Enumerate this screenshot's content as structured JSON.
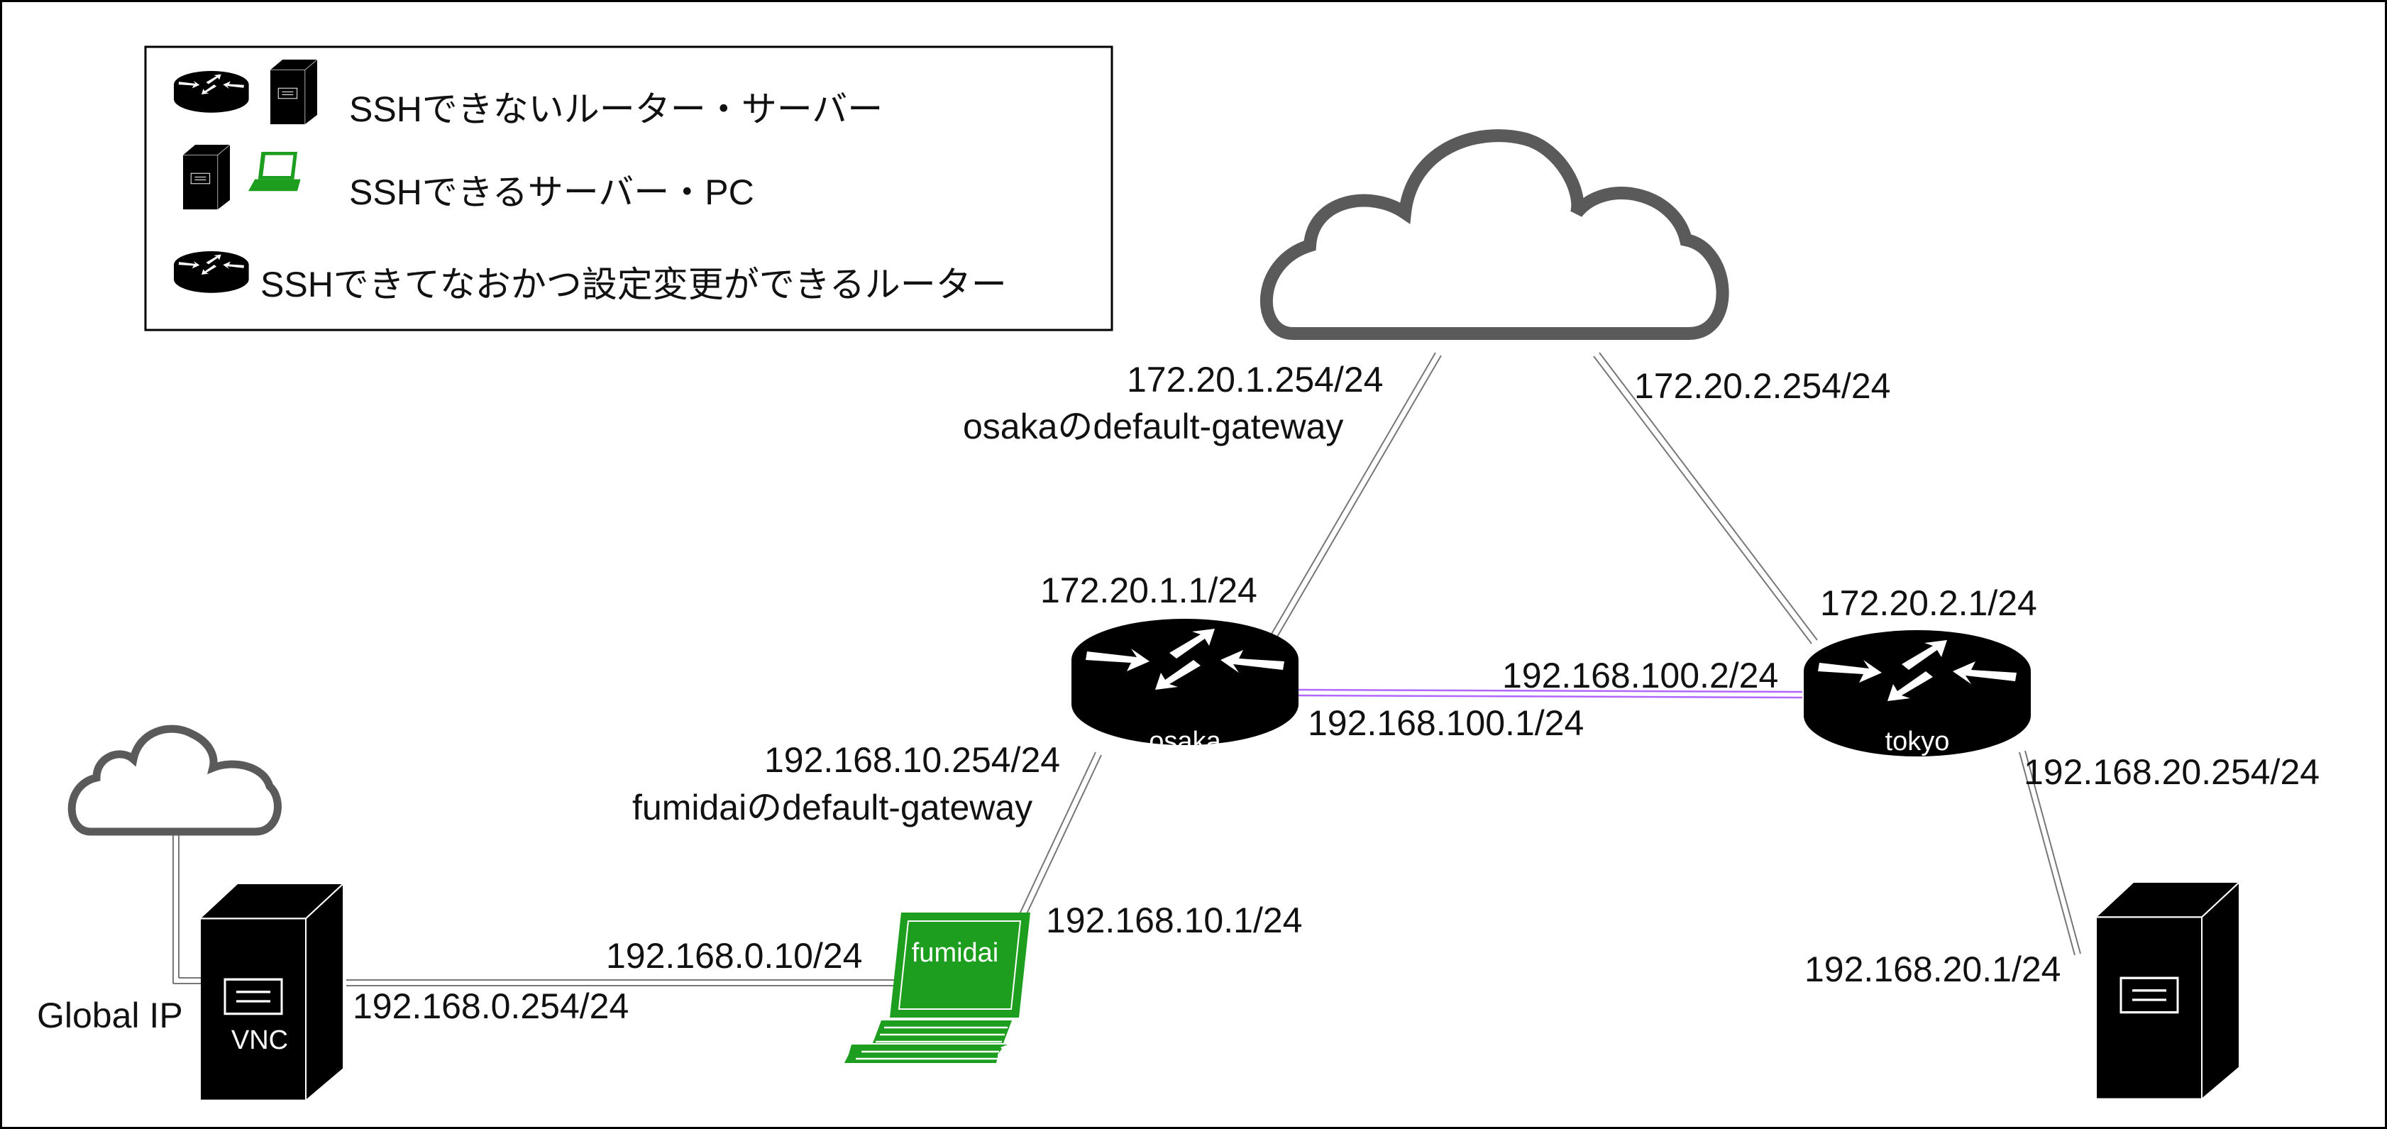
{
  "colors": {
    "router_blue": "#036897",
    "router_red": "#A50F15",
    "server_blue": "#036897",
    "green": "#1E9E1E",
    "cloud_stroke": "#5A5A5A",
    "ip_highlight": "#B266FF",
    "frame": "#000000"
  },
  "legend": {
    "row1": "SSHできないルーター・サーバー",
    "row2": "SSHできるサーバー・PC",
    "row3": "SSHできてなおかつ設定変更ができるルーター",
    "icons": [
      "router-icon",
      "server-icon",
      "server-icon",
      "laptop-icon",
      "router-icon"
    ]
  },
  "devices": {
    "osaka": "osaka",
    "tokyo": "tokyo",
    "fumidai": "fumidai",
    "vnc": "VNC"
  },
  "labels": {
    "osaka_wan_gw": "172.20.1.254/24",
    "osaka_wan_gw_note": "osakaのdefault-gateway",
    "tokyo_wan_gw": "172.20.2.254/24",
    "osaka_wan": "172.20.1.1/24",
    "tokyo_wan": "172.20.2.1/24",
    "tokyo_link": "192.168.100.2/24",
    "osaka_link": "192.168.100.1/24",
    "osaka_lan": "192.168.10.254/24",
    "osaka_lan_note": "fumidaiのdefault-gateway",
    "fumidai_lan": "192.168.10.1/24",
    "fumidai_vnc": "192.168.0.10/24",
    "vnc_lan": "192.168.0.254/24",
    "global_ip": "Global IP",
    "tokyo_lan": "192.168.20.254/24",
    "server_lan": "192.168.20.1/24"
  }
}
